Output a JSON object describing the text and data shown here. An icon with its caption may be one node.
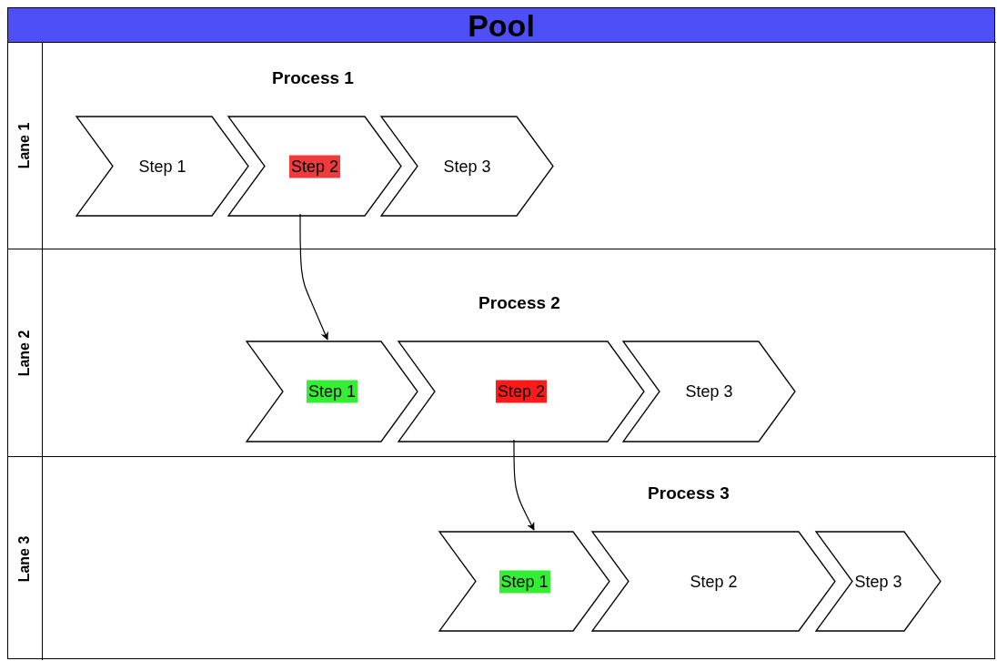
{
  "diagram": {
    "nodes": [
      {
        "text": [
          "Pool"
        ]
      },
      {
        "text": [
          "Lane 1"
        ],
        "in": 0
      },
      {
        "text": [
          "Step 1"
        ],
        "in": 1
      },
      {
        "text": [
          "Step 2"
        ],
        "in": 1
      },
      {
        "text": [
          "Step 3"
        ],
        "in": 1
      },
      {
        "text": [
          "Lane 2"
        ],
        "in": 0
      },
      {
        "text": [
          "Step 1"
        ],
        "in": 5
      },
      {
        "text": [
          "Step 2"
        ],
        "in": 5
      },
      {
        "text": [
          "Step 3"
        ],
        "in": 5
      },
      {
        "text": [
          "Lane 3"
        ],
        "in": 0
      },
      {
        "text": [
          "Step 1"
        ],
        "in": 9
      },
      {
        "text": [
          "Step 2"
        ],
        "in": 9
      },
      {
        "text": [
          "Step 3"
        ],
        "in": 9
      }
    ],
    "edges": [
      {
        "from": 3,
        "to": 6,
        "arrow": "to"
      },
      {
        "from": 7,
        "to": 10,
        "arrow": "to"
      }
    ],
    "labels": [
      "Process 1",
      "Process 2",
      "Process 3"
    ]
  }
}
